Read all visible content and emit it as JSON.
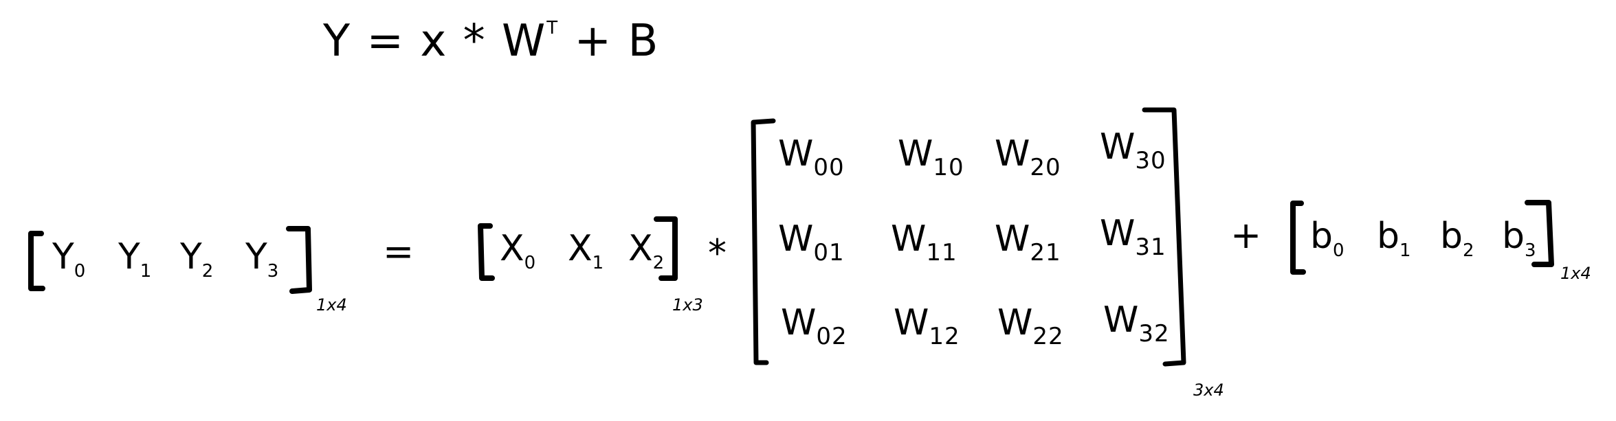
{
  "top_equation": {
    "lhs": "Y",
    "eq": "=",
    "x": "x",
    "mul": "*",
    "w": "W",
    "transpose": "T",
    "plus": "+",
    "b": "B"
  },
  "y_vector": {
    "items": [
      {
        "base": "Y",
        "sub": "0"
      },
      {
        "base": "Y",
        "sub": "1"
      },
      {
        "base": "Y",
        "sub": "2"
      },
      {
        "base": "Y",
        "sub": "3"
      }
    ],
    "dim": "1x4"
  },
  "equals": "=",
  "x_vector": {
    "items": [
      {
        "base": "X",
        "sub": "0"
      },
      {
        "base": "X",
        "sub": "1"
      },
      {
        "base": "X",
        "sub": "2"
      }
    ],
    "dim": "1x3"
  },
  "multiply": "*",
  "w_matrix": {
    "rows": [
      [
        {
          "base": "W",
          "sub": "00"
        },
        {
          "base": "W",
          "sub": "10"
        },
        {
          "base": "W",
          "sub": "20"
        },
        {
          "base": "W",
          "sub": "30"
        }
      ],
      [
        {
          "base": "W",
          "sub": "01"
        },
        {
          "base": "W",
          "sub": "11"
        },
        {
          "base": "W",
          "sub": "21"
        },
        {
          "base": "W",
          "sub": "31"
        }
      ],
      [
        {
          "base": "W",
          "sub": "02"
        },
        {
          "base": "W",
          "sub": "12"
        },
        {
          "base": "W",
          "sub": "22"
        },
        {
          "base": "W",
          "sub": "32"
        }
      ]
    ],
    "dim": "3x4"
  },
  "plus": "+",
  "b_vector": {
    "items": [
      {
        "base": "b",
        "sub": "0"
      },
      {
        "base": "b",
        "sub": "1"
      },
      {
        "base": "b",
        "sub": "2"
      },
      {
        "base": "b",
        "sub": "3"
      }
    ],
    "dim": "1x4"
  }
}
